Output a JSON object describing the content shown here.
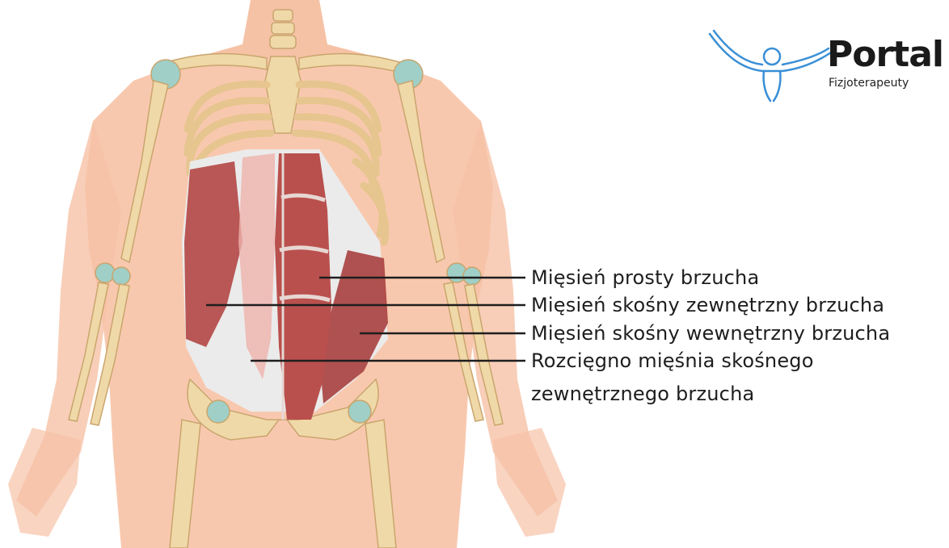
{
  "logo": {
    "title": "Portal",
    "subtitle": "Fizjoterapeuty"
  },
  "labels": [
    "Mięsień prosty brzucha",
    "Mięsień skośny zewnętrzny brzucha",
    "Mięsień skośny wewnętrzny brzucha",
    "Rozcięgno mięśnia skośnego",
    "zewnętrznego brzucha"
  ],
  "colors": {
    "skin": "#f6c2a6",
    "bone": "#f0d9a8",
    "cartilage": "#9fcfc6",
    "muscle": "#b24745",
    "aponeurosis": "#e9eef0",
    "logo_blue": "#3a8fd6"
  }
}
